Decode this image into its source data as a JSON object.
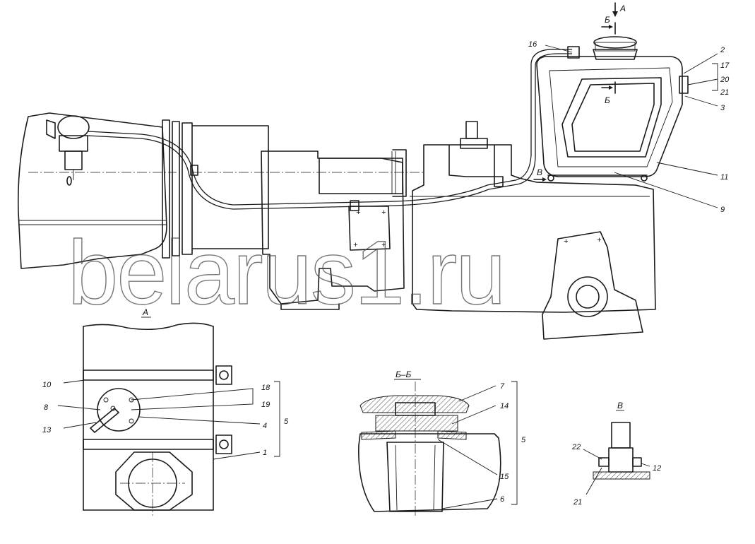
{
  "watermark": "belarus1.ru",
  "view_titles": {
    "view_a": "А",
    "section_b": "Б–Б",
    "view_v": "В"
  },
  "arrow_labels": {
    "a_top": "А",
    "b_top": "Б",
    "b_mid": "Б",
    "v_side": "В"
  },
  "callouts": {
    "c16": "16",
    "c2": "2",
    "c17": "17",
    "c20": "20",
    "c21_top": "21",
    "c3": "3",
    "c11": "11",
    "c9": "9",
    "c10": "10",
    "c8": "8",
    "c13": "13",
    "c18": "18",
    "c19": "19",
    "c4": "4",
    "c5_left": "5",
    "c1": "1",
    "c7": "7",
    "c14": "14",
    "c5_mid": "5",
    "c15": "15",
    "c6": "6",
    "c22": "22",
    "c12": "12",
    "c21_bottom": "21"
  }
}
